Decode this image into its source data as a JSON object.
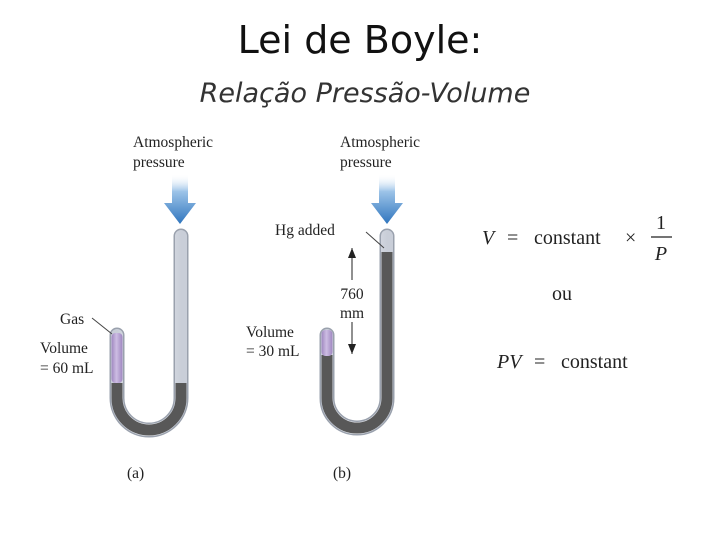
{
  "title": "Lei de Boyle:",
  "subtitle": "Relação Pressão-Volume",
  "panel_a": {
    "atm_line1": "Atmospheric",
    "atm_line2": "pressure",
    "gas_label": "Gas",
    "volume_line1": "Volume",
    "volume_line2": "= 60 mL",
    "caption": "(a)"
  },
  "panel_b": {
    "atm_line1": "Atmospheric",
    "atm_line2": "pressure",
    "hg_label": "Hg added",
    "height_line1": "760",
    "height_line2": "mm",
    "volume_line1": "Volume",
    "volume_line2": "= 30 mL",
    "caption": "(b)"
  },
  "equations": {
    "eq1_var": "V",
    "eq1_equals": "=",
    "eq1_const": "constant",
    "eq1_times": "×",
    "eq1_num": "1",
    "eq1_den": "P",
    "ou": "ou",
    "eq2_lhs": "PV",
    "eq2_equals": "=",
    "eq2_const": "constant"
  },
  "colors": {
    "mercury": "#585858",
    "gas": "#b7a2d2",
    "glass": "#dde2ea",
    "arrow": "#2f75be"
  }
}
